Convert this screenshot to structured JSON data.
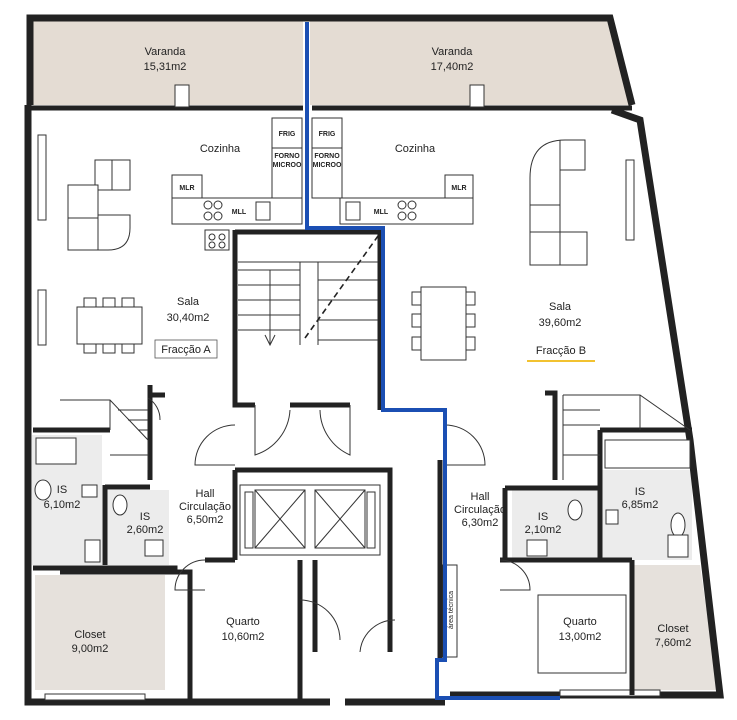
{
  "rooms": {
    "varanda_a": {
      "name": "Varanda",
      "area": "15,31m2"
    },
    "varanda_b": {
      "name": "Varanda",
      "area": "17,40m2"
    },
    "cozinha_a": {
      "name": "Cozinha"
    },
    "cozinha_b": {
      "name": "Cozinha"
    },
    "sala_a": {
      "name": "Sala",
      "area": "30,40m2"
    },
    "sala_b": {
      "name": "Sala",
      "area": "39,60m2"
    },
    "is_a1": {
      "name": "IS",
      "area": "6,10m2"
    },
    "is_a2": {
      "name": "IS",
      "area": "2,60m2"
    },
    "hall_a": {
      "line1": "Hall",
      "line2": "Circulação",
      "area": "6,50m2"
    },
    "hall_b": {
      "line1": "Hall",
      "line2": "Circulação",
      "area": "6,30m2"
    },
    "is_b1": {
      "name": "IS",
      "area": "2,10m2"
    },
    "is_b2": {
      "name": "IS",
      "area": "6,85m2"
    },
    "closet_a": {
      "name": "Closet",
      "area": "9,00m2"
    },
    "closet_b": {
      "name": "Closet",
      "area": "7,60m2"
    },
    "quarto_a": {
      "name": "Quarto",
      "area": "10,60m2"
    },
    "quarto_b": {
      "name": "Quarto",
      "area": "13,00m2"
    }
  },
  "fraccao": {
    "a": "Fracção A",
    "b": "Fracção B"
  },
  "appliances": {
    "frig": "FRIG",
    "forno_line1": "FORNO",
    "forno_line2": "MICROO",
    "mlr": "MLR",
    "mll": "MLL"
  },
  "area_tecnica": "área técnica",
  "colors": {
    "wall": "#222222",
    "varanda_fill": "#e4dcd3",
    "is_fill": "#ececec",
    "closet_fill": "#e6e1dc",
    "divider_blue": "#1b4fb3",
    "fraccao_b_underline": "#f2c230"
  }
}
